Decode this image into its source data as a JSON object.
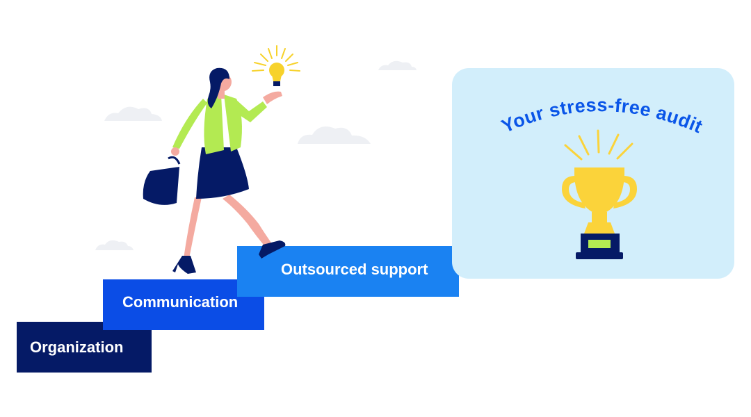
{
  "steps": [
    {
      "label": "Organization",
      "color": "#051a66"
    },
    {
      "label": "Communication",
      "color": "#0b4de6"
    },
    {
      "label": "Outsourced support",
      "color": "#1a82f2"
    }
  ],
  "goal": {
    "title": "Your stress-free audit",
    "title_color": "#0a55e8",
    "panel_color": "#d2eefb"
  },
  "colors": {
    "cloud": "#eef0f4",
    "jacket": "#b3ea52",
    "skirt": "#051a66",
    "skin": "#f4aaa0",
    "trophy": "#fbd33a",
    "bulb": "#f7d22b"
  }
}
